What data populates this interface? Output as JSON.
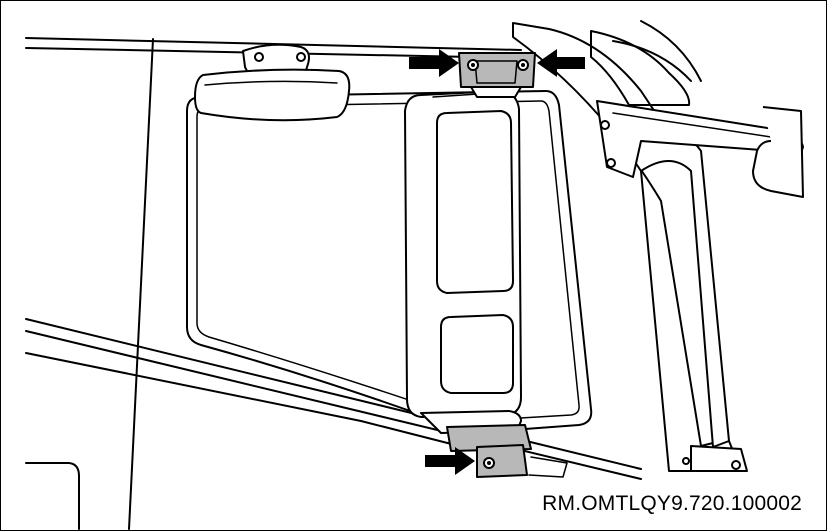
{
  "figure": {
    "code": "RM.OMTLQY9.720.100002",
    "accent_color": "#b8b8b8",
    "arrow_color": "#000000",
    "arrows": [
      "upper-left-arrow",
      "upper-right-arrow",
      "lower-arrow"
    ]
  }
}
